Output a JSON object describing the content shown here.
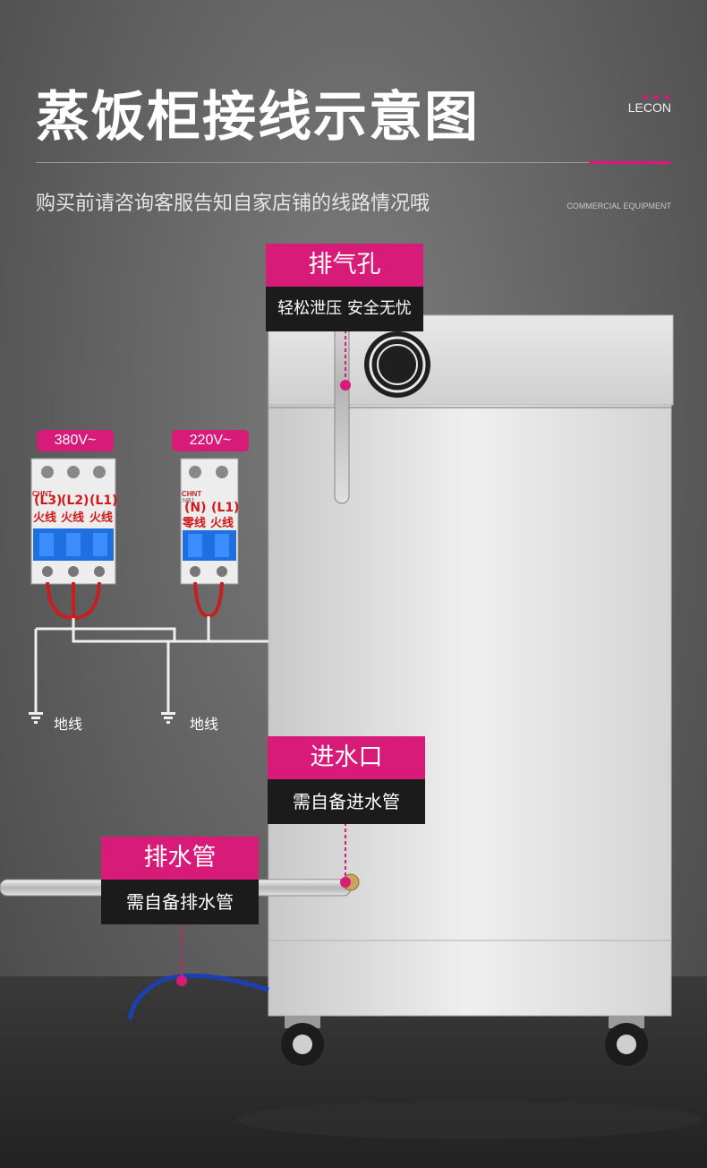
{
  "header": {
    "title": "蒸饭柜接线示意图",
    "brand": "LECON",
    "subtitle": "购买前请咨询客服告知自家店铺的线路情况哦",
    "tagline": "COMMERCIAL EQUIPMENT"
  },
  "callouts": {
    "vent": {
      "title": "排气孔",
      "desc": "轻松泄压 安全无忧"
    },
    "inlet": {
      "title": "进水口",
      "desc": "需自备进水管"
    },
    "drain": {
      "title": "排水管",
      "desc": "需自备排水管"
    }
  },
  "breakers": {
    "three_phase": {
      "voltage": "380V~",
      "brand": "CHNT",
      "terminals": [
        "(L3)",
        "(L2)",
        "(L1)"
      ],
      "wires": [
        "火线",
        "火线",
        "火线"
      ]
    },
    "single_phase": {
      "voltage": "220V~",
      "brand": "CHNT",
      "model": "NB1",
      "terminals": [
        "(N)",
        "(L1)"
      ],
      "wires": [
        "零线",
        "火线"
      ]
    }
  },
  "ground": {
    "label_left": "地线",
    "label_right": "地线"
  },
  "colors": {
    "accent": "#d81b78",
    "label_bg": "#1b1b1b",
    "breaker_blue": "#1f6fe0",
    "wire_red": "#c81e1e"
  }
}
